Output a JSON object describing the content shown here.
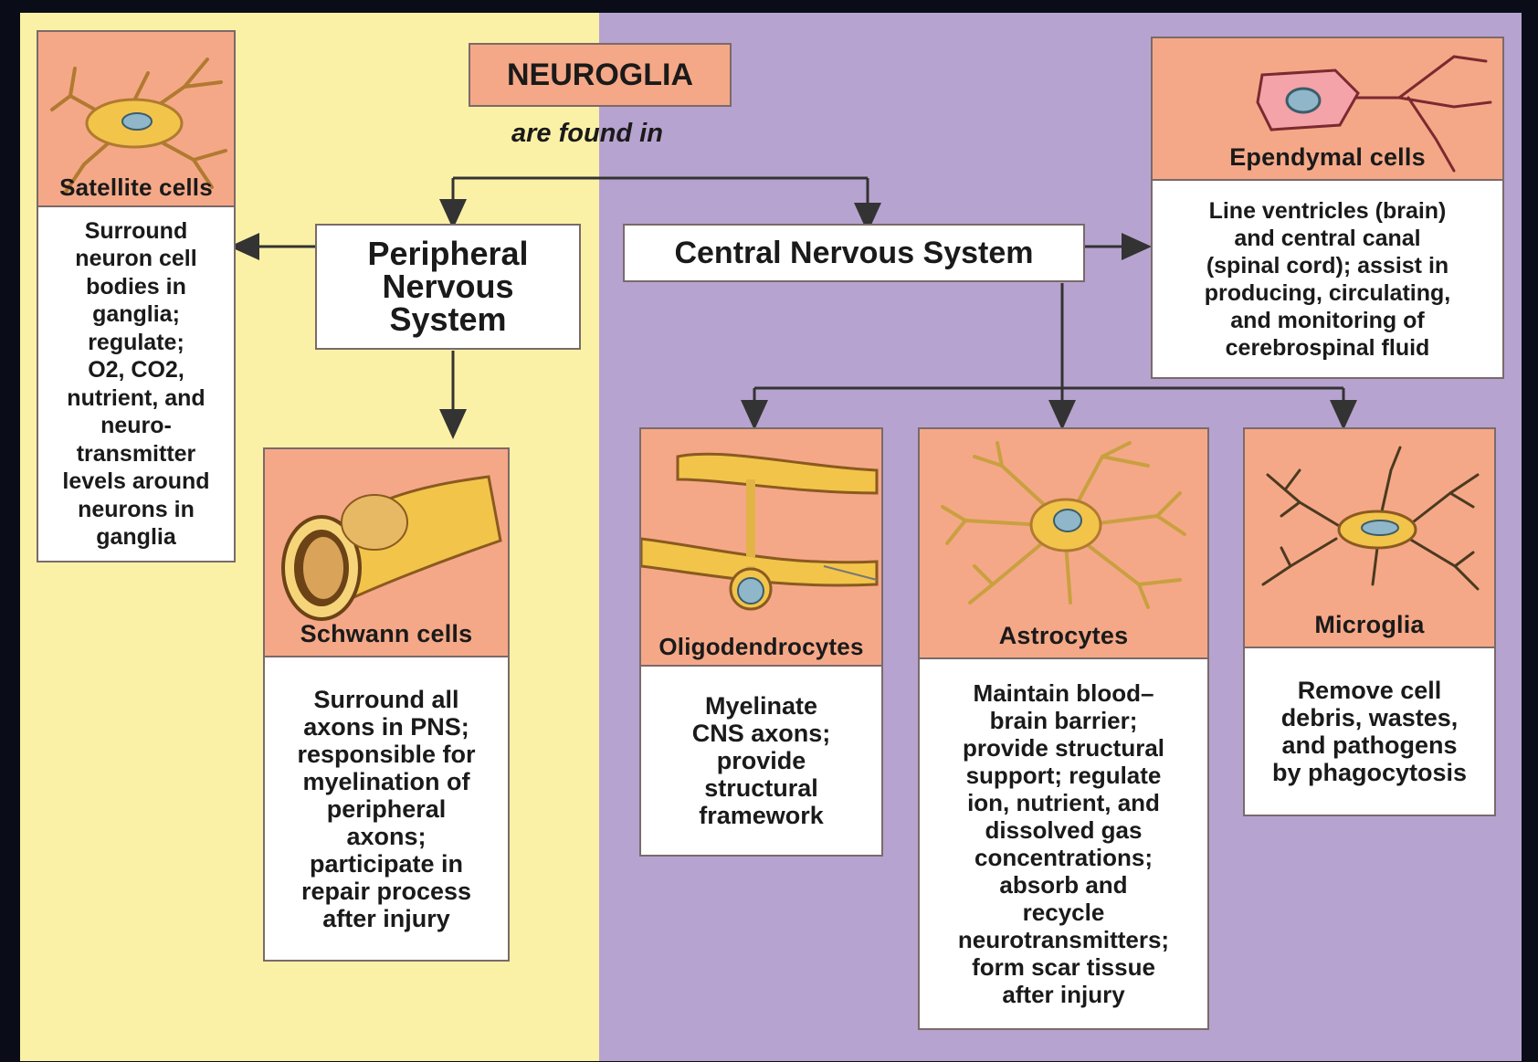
{
  "title": "NEUROGLIA",
  "connector_text": "are found in",
  "pns": {
    "label": "Peripheral\nNervous\nSystem",
    "cells": [
      {
        "name": "Satellite cells",
        "description": "Surround\nneuron cell\nbodies in\nganglia;\nregulate;\nO2, CO2,\nnutrient, and\nneuro-\ntransmitter\nlevels around\nneurons in\nganglia"
      },
      {
        "name": "Schwann cells",
        "description": "Surround all\naxons in PNS;\nresponsible for\nmyelination of\nperipheral\naxons;\nparticipate in\nrepair process\nafter injury"
      }
    ]
  },
  "cns": {
    "label": "Central Nervous System",
    "cells": [
      {
        "name": "Ependymal cells",
        "description": "Line ventricles (brain)\nand central canal\n(spinal cord); assist in\nproducing, circulating,\nand monitoring of\ncerebrospinal fluid"
      },
      {
        "name": "Oligodendrocytes",
        "description": "Myelinate\nCNS axons;\nprovide\nstructural\nframework"
      },
      {
        "name": "Astrocytes",
        "description": "Maintain blood–\nbrain barrier;\nprovide structural\nsupport; regulate\nion, nutrient, and\ndissolved gas\nconcentrations;\nabsorb and\nrecycle\nneurotransmitters;\nform scar tissue\nafter injury"
      },
      {
        "name": "Microglia",
        "description": "Remove cell\ndebris, wastes,\nand pathogens\nby phagocytosis"
      }
    ]
  },
  "colors": {
    "pns_background": "#fbf1a6",
    "cns_background": "#b7a3cf",
    "header_fill": "#f5a887",
    "cell_body": "#f2c44a",
    "nucleus": "#8fb7c9",
    "ependymal_body": "#f4a3a8"
  }
}
